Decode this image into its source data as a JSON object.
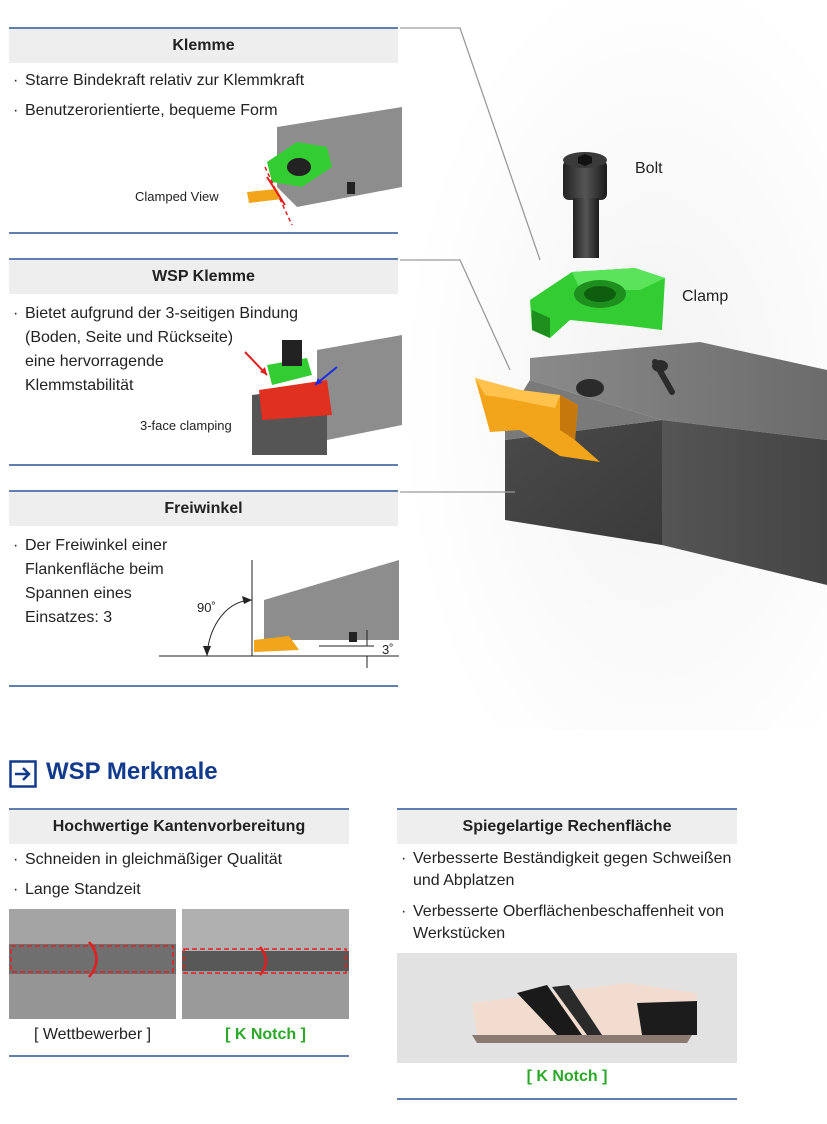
{
  "panels": {
    "clamp": {
      "title": "Klemme",
      "bullets": [
        "Starre Bindekraft relativ zur Klemmkraft",
        "Benutzerorientierte, bequeme Form"
      ],
      "caption": "Clamped View"
    },
    "wsp_clamp": {
      "title": "WSP Klemme",
      "bullet_lines": [
        "Bietet aufgrund der 3-seitigen Bindung",
        "(Boden, Seite und Rückseite)",
        "eine hervorragende",
        "Klemmstabilität"
      ],
      "caption": "3-face clamping"
    },
    "clearance": {
      "title": "Freiwinkel",
      "bullet_lines": [
        "Der Freiwinkel einer",
        "Flankenfläche beim",
        "Spannen eines",
        "Einsatzes: 3"
      ],
      "angle_90": "90˚",
      "angle_3": "3˚"
    }
  },
  "main_image": {
    "bolt_label": "Bolt",
    "clamp_label": "Clamp"
  },
  "features": {
    "section_title": "WSP Merkmale",
    "edge_prep": {
      "title": "Hochwertige Kantenvorbereitung",
      "bullets": [
        "Schneiden in gleichmäßiger Qualität",
        "Lange Standzeit"
      ],
      "competitor_label": "[ Wettbewerber ]",
      "knotch_label": "[ K Notch ]"
    },
    "rake_face": {
      "title": "Spiegelartige Rechenfläche",
      "bullet1_lines": [
        "Verbesserte Beständigkeit gegen Schweißen",
        "und Abplatzen"
      ],
      "bullet2_lines": [
        "Verbesserte Oberflächenbeschaffenheit von",
        "Werkstücken"
      ],
      "knotch_label": "[ K Notch ]"
    }
  },
  "colors": {
    "accent_blue": "#123a8c",
    "rule_blue": "#5f7fae",
    "knotch_green": "#2aa827",
    "clamp_green": "#33cc33",
    "insert_orange": "#f2a51a"
  }
}
